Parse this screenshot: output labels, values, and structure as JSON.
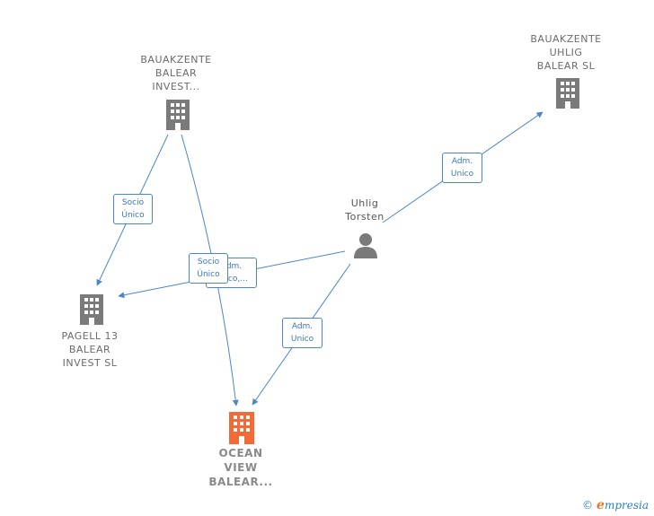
{
  "nodes": {
    "bauakzente_balear": {
      "label": "BAUAKZENTE\nBALEAR\nINVEST...",
      "icon": "building-icon"
    },
    "bauakzente_uhlig": {
      "label": "BAUAKZENTE\nUHLIG\nBALEAR  SL",
      "icon": "building-icon"
    },
    "uhlig_torsten": {
      "label": "Uhlig\nTorsten",
      "icon": "person-icon"
    },
    "pagell": {
      "label": "PAGELL 13\nBALEAR\nINVEST  SL",
      "icon": "building-icon"
    },
    "ocean_view": {
      "label": "OCEAN\nVIEW\nBALEAR...",
      "icon": "building-icon"
    }
  },
  "edges": [
    {
      "id": "bauakzente-pagell",
      "label": "Socio\nÚnico"
    },
    {
      "id": "bauakzente-ocean",
      "label": "Socio\nÚnico"
    },
    {
      "id": "uhlig-pagell",
      "label": "Adm.\nUnico,..."
    },
    {
      "id": "uhlig-bauakzente-uhlig",
      "label": "Adm.\nUnico"
    },
    {
      "id": "uhlig-ocean",
      "label": "Adm.\nUnico"
    }
  ],
  "footer": {
    "copyright": "©",
    "brand_initial": "e",
    "brand_rest": "mpresia"
  },
  "colors": {
    "edge": "#4a86c8",
    "building": "#7a7a7a",
    "main_building": "#f26a35",
    "person": "#7a7a7a"
  }
}
